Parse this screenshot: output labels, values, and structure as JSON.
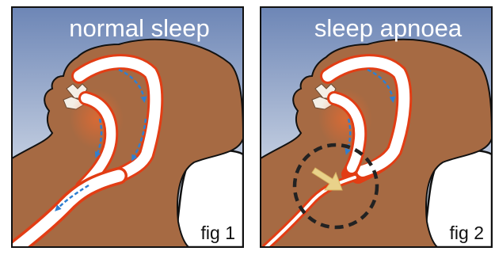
{
  "panels": [
    {
      "title": "normal sleep",
      "label": "fig 1"
    },
    {
      "title": "sleep apnoea",
      "label": "fig 2"
    }
  ],
  "colors": {
    "skin": "#a66a43",
    "airway_outline": "#e23d14",
    "airflow_arrow": "#2f7fd0",
    "obstruction_arrow": "#e9d28a",
    "sky_top": "#6d86b6",
    "sky_bottom": "#e6ebf3",
    "pillow": "#ffffff",
    "highlight_circle": "#222222"
  }
}
